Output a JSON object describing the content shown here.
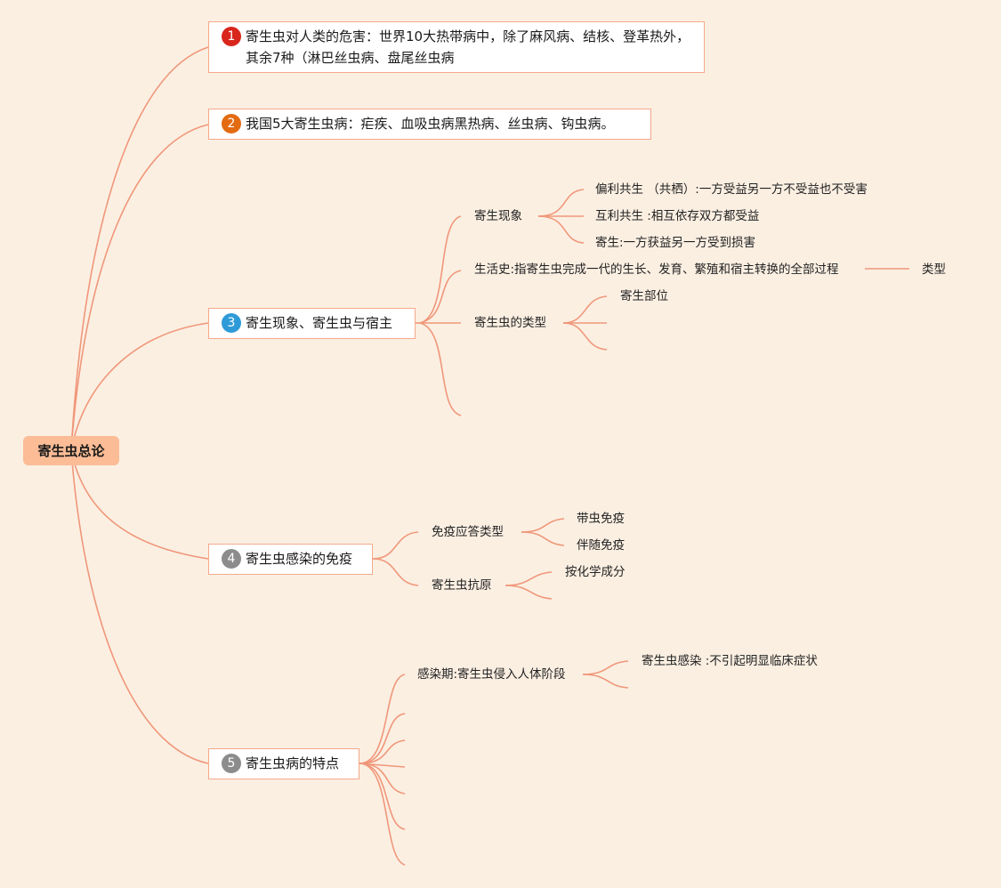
{
  "root": {
    "label": "寄生虫总论"
  },
  "topics": [
    {
      "number": "1",
      "text": "寄生虫对人类的危害：世界10大热带病中，除了麻风病、结核、登革热外，其余7种（淋巴丝虫病、盘尾丝虫病"
    },
    {
      "number": "2",
      "text": "我国5大寄生虫病：疟疾、血吸虫病黑热病、丝虫病、钩虫病。"
    },
    {
      "number": "3",
      "text": "寄生现象、寄生虫与宿主"
    },
    {
      "number": "4",
      "text": "寄生虫感染的免疫"
    },
    {
      "number": "5",
      "text": "寄生虫病的特点"
    }
  ],
  "topic3": {
    "parasitism": {
      "label": "寄生现象",
      "items": [
        "偏利共生 （共栖）:一方受益另一方不受益也不受害",
        "互利共生 :相互依存双方都受益",
        "寄生:一方获益另一方受到损害"
      ]
    },
    "life_history": {
      "label": "生活史:指寄生虫完成一代的生长、发育、繁殖和宿主转换的全部过程",
      "child": "类型"
    },
    "parasite_types": {
      "label": "寄生虫的类型",
      "child": "寄生部位"
    }
  },
  "topic4": {
    "immune_types": {
      "label": "免疫应答类型",
      "items": [
        "带虫免疫",
        "伴随免疫"
      ]
    },
    "antigen": {
      "label": "寄生虫抗原",
      "child": "按化学成分"
    }
  },
  "topic5": {
    "infection_period": {
      "label": "感染期:寄生虫侵入人体阶段",
      "child": "寄生虫感染 :不引起明显临床症状"
    }
  }
}
